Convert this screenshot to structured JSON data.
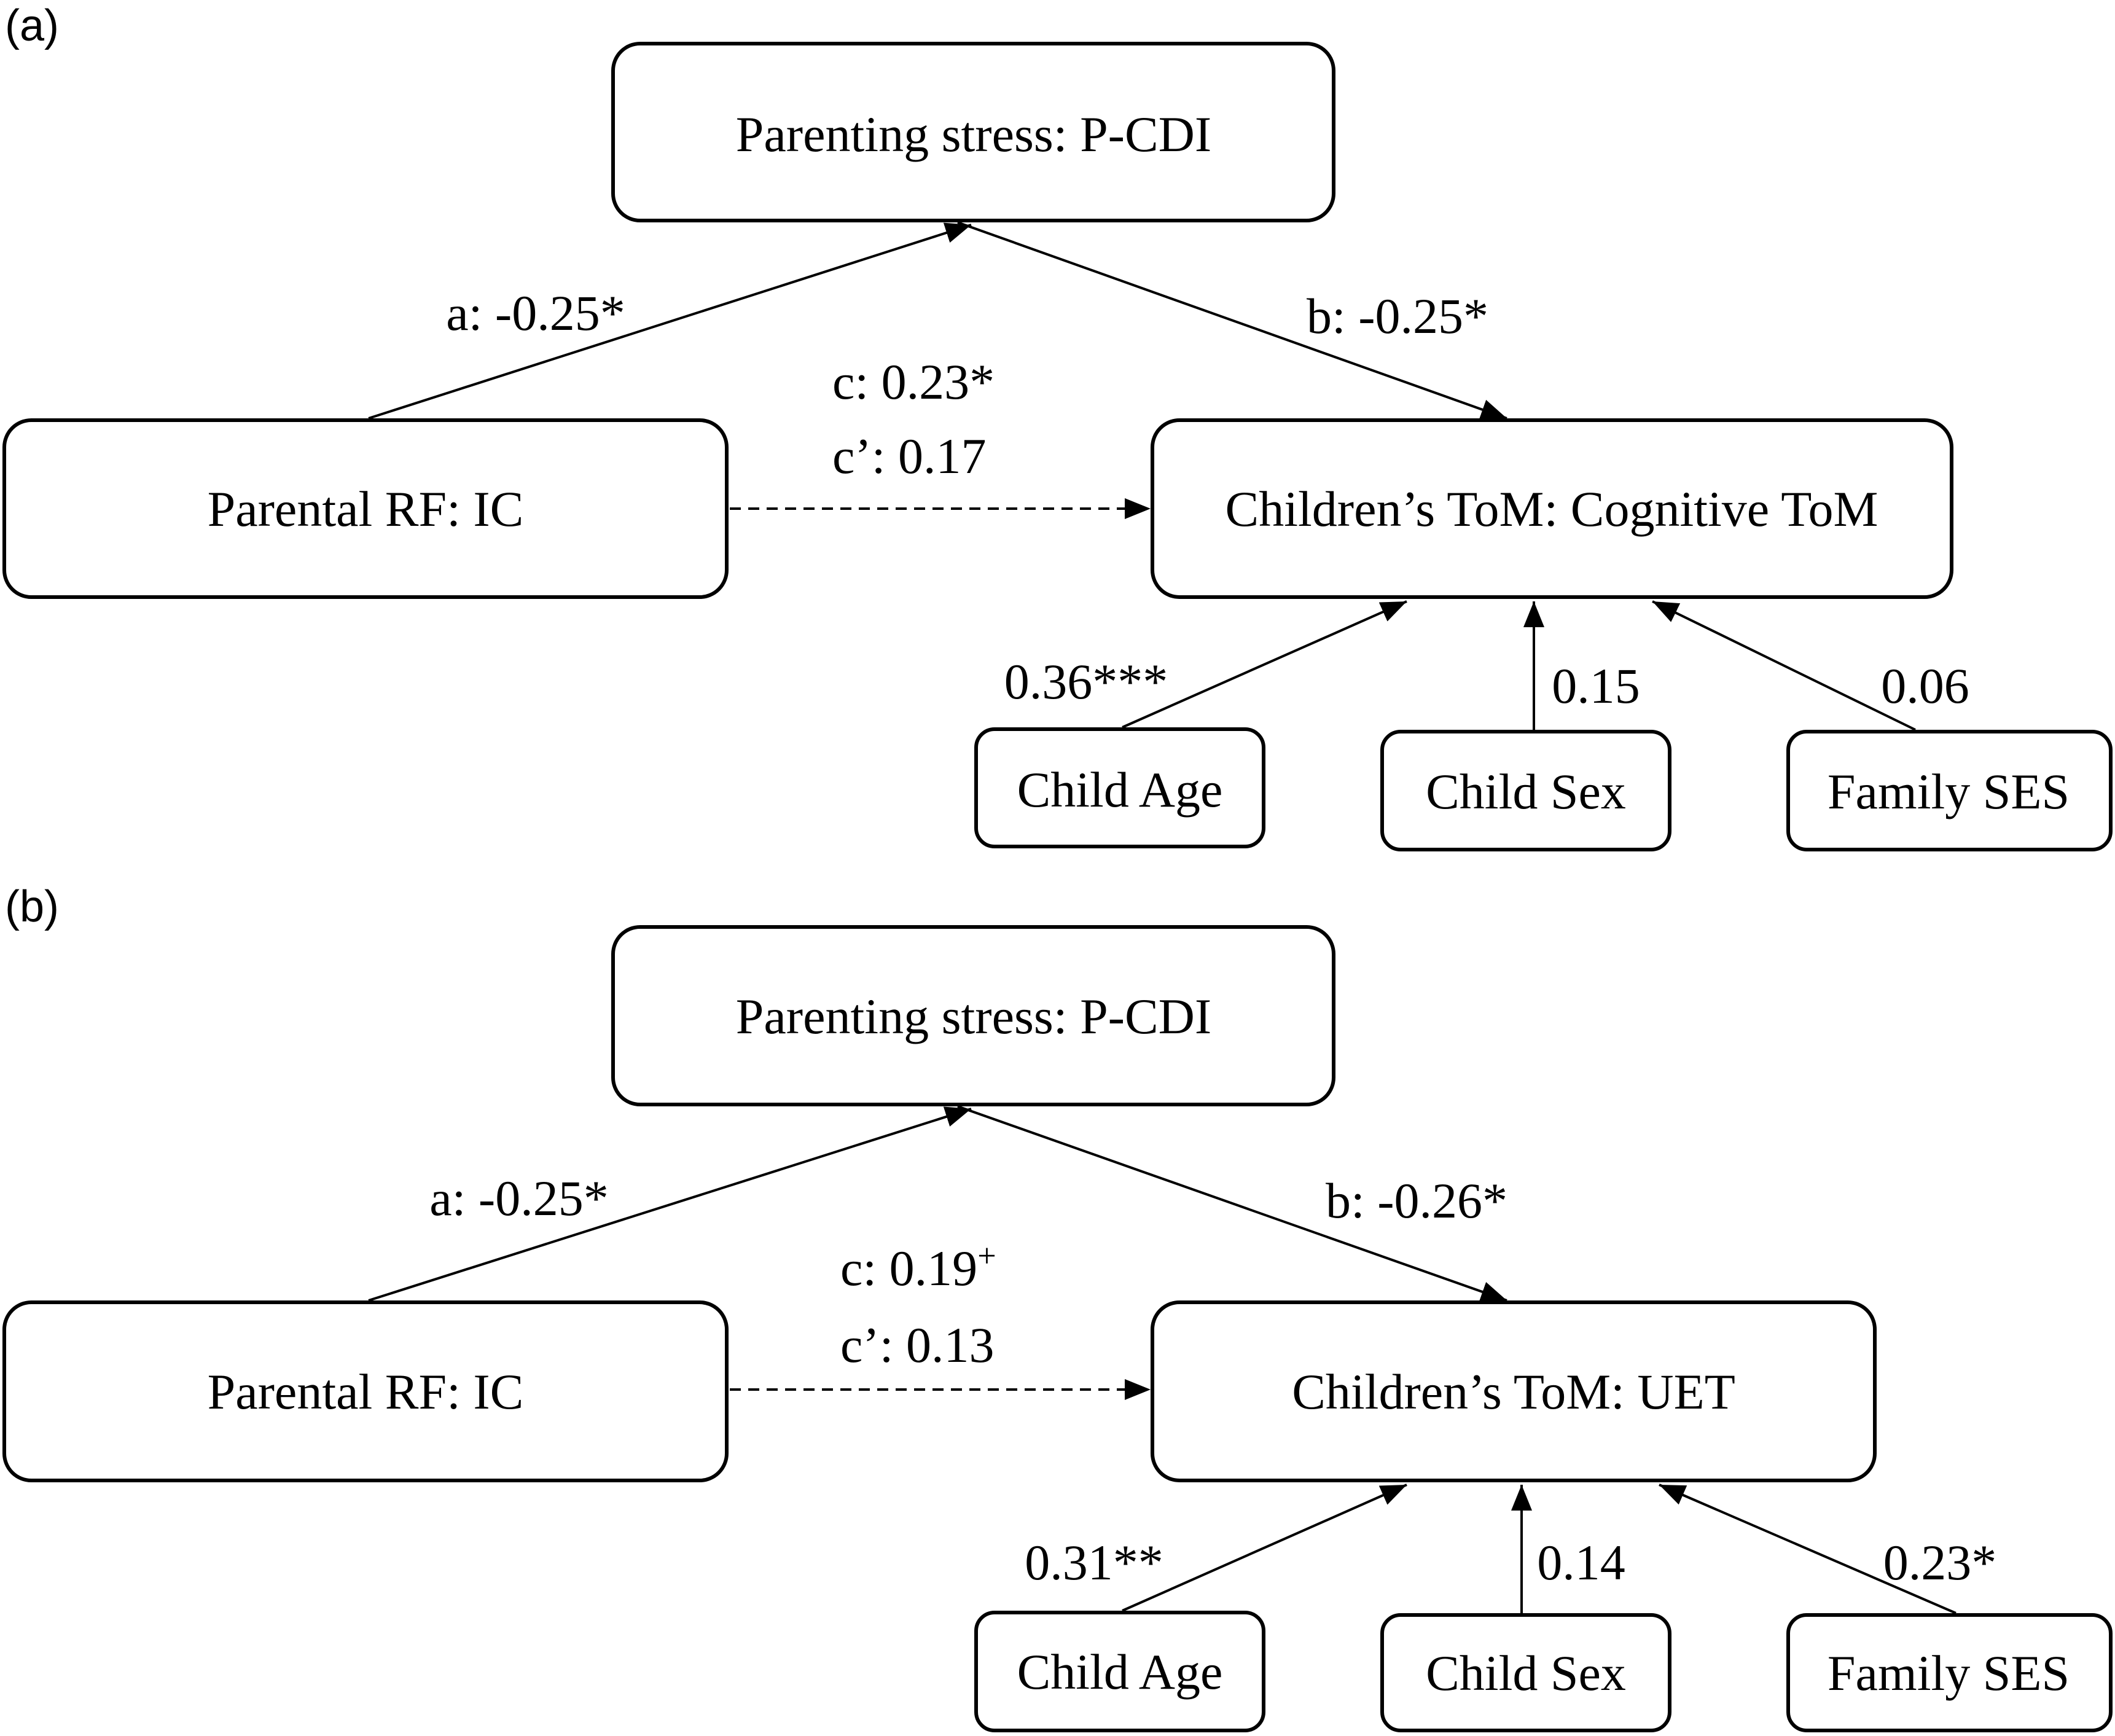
{
  "panels": [
    {
      "label": "(a)",
      "nodes": {
        "mediator": "Parenting stress: P-CDI",
        "predictor": "Parental RF: IC",
        "outcome": "Children’s ToM: Cognitive ToM",
        "covariate_age": "Child Age",
        "covariate_sex": "Child Sex",
        "covariate_ses": "Family SES"
      },
      "paths": {
        "a": "a: -0.25*",
        "b": "b: -0.25*",
        "c": "c: 0.23*",
        "c_prime": "c’: 0.17",
        "age": "0.36***",
        "sex": "0.15",
        "ses": "0.06"
      }
    },
    {
      "label": "(b)",
      "nodes": {
        "mediator": "Parenting stress: P-CDI",
        "predictor": "Parental RF: IC",
        "outcome": "Children’s ToM: UET",
        "covariate_age": "Child Age",
        "covariate_sex": "Child Sex",
        "covariate_ses": "Family SES"
      },
      "paths": {
        "a": "a: -0.25*",
        "b": "b: -0.26*",
        "c": "c: 0.19",
        "c_sup": "+",
        "c_prime": "c’: 0.13",
        "age": "0.31**",
        "sex": "0.14",
        "ses": "0.23*"
      }
    }
  ]
}
